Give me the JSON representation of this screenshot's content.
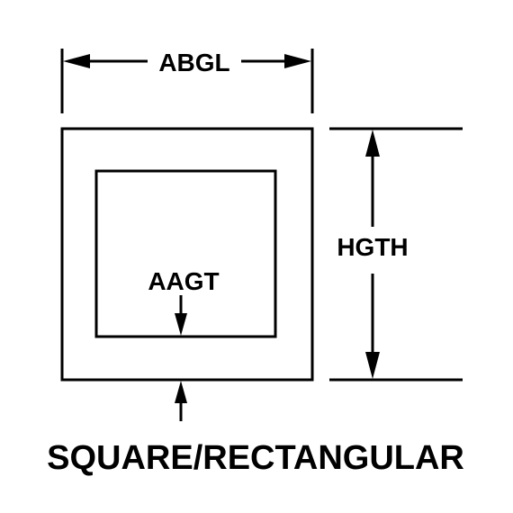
{
  "diagram": {
    "width_label": "ABGL",
    "height_label": "HGTH",
    "wall_label": "AAGT",
    "caption": "SQUARE/RECTANGULAR",
    "ink_color": "#000000",
    "background_color": "#ffffff"
  }
}
